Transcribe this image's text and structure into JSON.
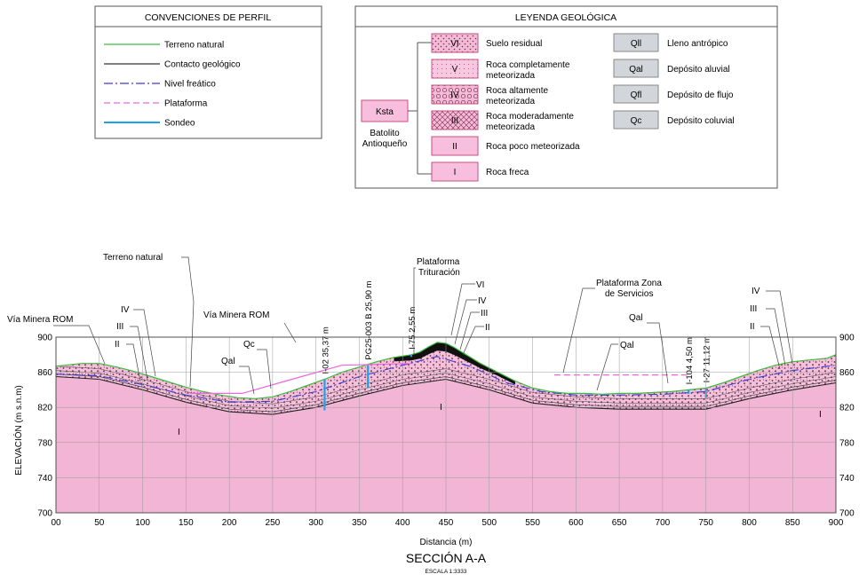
{
  "conventions": {
    "title": "CONVENCIONES DE PERFIL",
    "items": [
      {
        "label": "Terreno natural",
        "color": "#3dbb3d",
        "dash": "solid"
      },
      {
        "label": "Contacto geológico",
        "color": "#333333",
        "dash": "solid"
      },
      {
        "label": "Nivel freático",
        "color": "#3a3ad0",
        "dash": "dashdot"
      },
      {
        "label": "Plataforma",
        "color": "#ee66dd",
        "dash": "dash"
      },
      {
        "label": "Sondeo",
        "color": "#1aa3e8",
        "dash": "solid"
      }
    ]
  },
  "legend": {
    "title": "LEYENDA GEOLÓGICA",
    "unit_code": "Ksta",
    "unit_name": [
      "Batolito",
      "Antioqueño"
    ],
    "rock_classes": [
      {
        "code": "VI",
        "lines": [
          "Suelo residual"
        ],
        "pattern": "dots"
      },
      {
        "code": "V",
        "lines": [
          "Roca completamente",
          "meteorizada"
        ],
        "pattern": "fine"
      },
      {
        "code": "IV",
        "lines": [
          "Roca altamente",
          "meteorizada"
        ],
        "pattern": "circles"
      },
      {
        "code": "III",
        "lines": [
          "Roca moderadamente",
          "meteorizada"
        ],
        "pattern": "cross"
      },
      {
        "code": "II",
        "lines": [
          "Roca poco meteorizada"
        ],
        "pattern": "plain"
      },
      {
        "code": "I",
        "lines": [
          "Roca freca"
        ],
        "pattern": "plain"
      }
    ],
    "deposits": [
      {
        "code": "Qll",
        "label": "Lleno antrópico"
      },
      {
        "code": "Qal",
        "label": "Depósito aluvial"
      },
      {
        "code": "Qfl",
        "label": "Depósito de flujo"
      },
      {
        "code": "Qc",
        "label": "Depósito coluvial"
      }
    ],
    "colors": {
      "rock": "#f7bfdd",
      "rock_border": "#c4517f",
      "deposit": "#d2d5d9",
      "deposit_border": "#888888"
    }
  },
  "section": {
    "title": "SECCIÓN A-A",
    "scale": "ESCALA 1:3333",
    "xlabel": "Distancia (m)",
    "ylabel": "ELEVACIÓN (m s.n.m)",
    "x_ticks": [
      "00",
      "50",
      "100",
      "150",
      "200",
      "250",
      "300",
      "350",
      "400",
      "450",
      "500",
      "550",
      "600",
      "650",
      "700",
      "750",
      "800",
      "850",
      "900"
    ],
    "y_ticks": [
      "700",
      "740",
      "780",
      "820",
      "860",
      "900"
    ],
    "xlim": [
      0,
      900
    ],
    "ylim": [
      700,
      900
    ],
    "colors": {
      "bedrock": "#f3b5d5",
      "weathered": "#f0bcd6",
      "dots": "#8b2455",
      "terrain": "#3dbb3d",
      "water_table": "#3a3ad0",
      "platform": "#ee66dd",
      "borehole": "#1aa3e8",
      "fill_dark": "#111111"
    }
  },
  "terrain_profile": [
    [
      0,
      867
    ],
    [
      30,
      870
    ],
    [
      50,
      870
    ],
    [
      70,
      866
    ],
    [
      90,
      861
    ],
    [
      110,
      855
    ],
    [
      130,
      849
    ],
    [
      150,
      843
    ],
    [
      170,
      838
    ],
    [
      190,
      834
    ],
    [
      210,
      831
    ],
    [
      230,
      830
    ],
    [
      250,
      832
    ],
    [
      270,
      838
    ],
    [
      290,
      845
    ],
    [
      310,
      852
    ],
    [
      330,
      860
    ],
    [
      350,
      866
    ],
    [
      370,
      872
    ],
    [
      390,
      877
    ],
    [
      410,
      880
    ],
    [
      420,
      883
    ],
    [
      430,
      889
    ],
    [
      440,
      894
    ],
    [
      450,
      893
    ],
    [
      460,
      888
    ],
    [
      470,
      882
    ],
    [
      490,
      870
    ],
    [
      510,
      860
    ],
    [
      530,
      850
    ],
    [
      550,
      842
    ],
    [
      570,
      838
    ],
    [
      590,
      836
    ],
    [
      610,
      836
    ],
    [
      630,
      835
    ],
    [
      650,
      836
    ],
    [
      670,
      836
    ],
    [
      690,
      837
    ],
    [
      710,
      838
    ],
    [
      730,
      840
    ],
    [
      750,
      842
    ],
    [
      770,
      848
    ],
    [
      790,
      855
    ],
    [
      810,
      862
    ],
    [
      830,
      868
    ],
    [
      850,
      872
    ],
    [
      870,
      874
    ],
    [
      890,
      876
    ],
    [
      900,
      880
    ]
  ],
  "contact_profile": [
    [
      0,
      855
    ],
    [
      50,
      852
    ],
    [
      100,
      840
    ],
    [
      150,
      826
    ],
    [
      200,
      815
    ],
    [
      250,
      812
    ],
    [
      300,
      820
    ],
    [
      350,
      833
    ],
    [
      400,
      845
    ],
    [
      450,
      852
    ],
    [
      500,
      840
    ],
    [
      550,
      825
    ],
    [
      600,
      820
    ],
    [
      650,
      818
    ],
    [
      700,
      818
    ],
    [
      750,
      818
    ],
    [
      800,
      830
    ],
    [
      850,
      840
    ],
    [
      900,
      848
    ]
  ],
  "water_table": [
    [
      0,
      858
    ],
    [
      50,
      856
    ],
    [
      100,
      846
    ],
    [
      150,
      834
    ],
    [
      200,
      826
    ],
    [
      250,
      827
    ],
    [
      300,
      838
    ],
    [
      350,
      855
    ],
    [
      400,
      868
    ],
    [
      440,
      878
    ],
    [
      480,
      866
    ],
    [
      520,
      848
    ],
    [
      560,
      838
    ],
    [
      600,
      834
    ],
    [
      650,
      834
    ],
    [
      700,
      835
    ],
    [
      750,
      838
    ],
    [
      800,
      852
    ],
    [
      850,
      862
    ],
    [
      900,
      868
    ]
  ],
  "platform_lines": [
    [
      [
        155,
        836
      ],
      [
        215,
        836
      ],
      [
        265,
        850
      ],
      [
        330,
        868
      ],
      [
        410,
        870
      ]
    ],
    [
      [
        575,
        857
      ],
      [
        730,
        857
      ]
    ]
  ],
  "boreholes": [
    {
      "label": "I-02  35,37 m",
      "x": 310,
      "top": 852,
      "depth": 35.37
    },
    {
      "label": "PG25-003  B 25,90 m",
      "x": 360,
      "top": 868,
      "depth": 25.9
    },
    {
      "label": "I-75  2,55 m",
      "x": 410,
      "top": 880,
      "depth": 2.55
    },
    {
      "label": "I-104  4,50 m",
      "x": 730,
      "top": 840,
      "depth": 4.5
    },
    {
      "label": "I-27  11,12 m",
      "x": 750,
      "top": 842,
      "depth": 11.12
    }
  ],
  "annotations": {
    "via_rom_left": "Vía Minera ROM",
    "terreno_natural": "Terreno natural",
    "via_rom_mid": "Vía Minera ROM",
    "qc": "Qc",
    "qal_left": "Qal",
    "plat_trit_1": "Plataforma",
    "plat_trit_2": "Trituración",
    "plat_serv_1": "Plataforma Zona",
    "plat_serv_2": "de Servicios",
    "qal_right_top": "Qal",
    "qal_right_mid": "Qal",
    "left_iv": "IV",
    "left_iii": "III",
    "left_ii": "II",
    "mid_vi": "VI",
    "mid_iv": "IV",
    "mid_iii": "III",
    "mid_ii": "II",
    "right_iv": "IV",
    "right_iii": "III",
    "right_ii": "II",
    "unit_i_left": "I",
    "unit_i_mid": "I",
    "unit_i_right": "I"
  }
}
